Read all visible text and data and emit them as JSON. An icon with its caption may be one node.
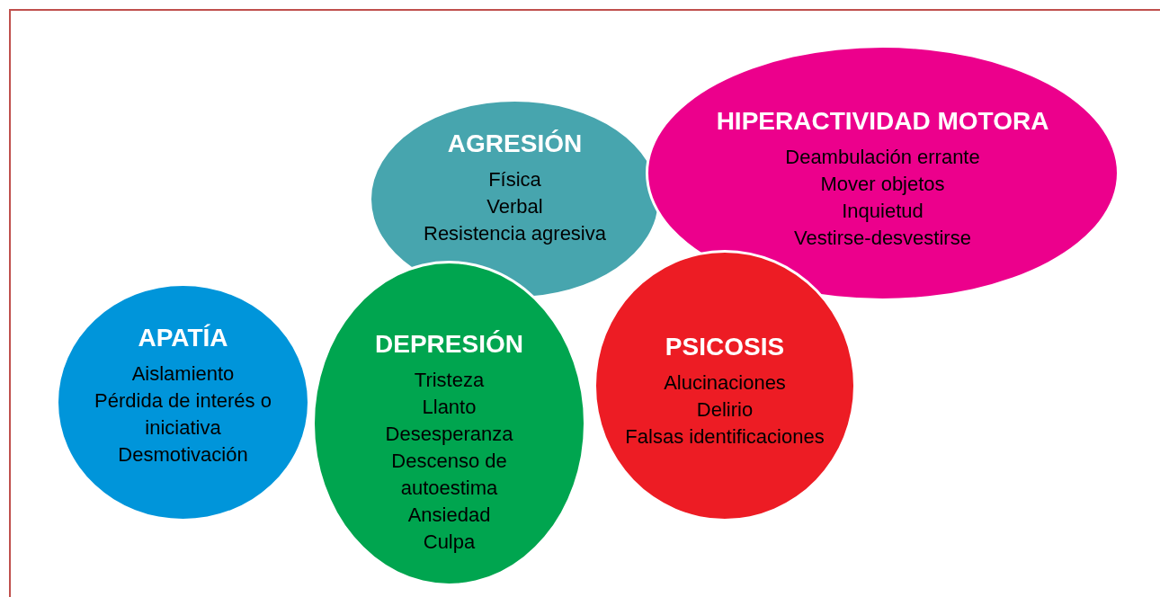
{
  "diagram": {
    "nodes": [
      {
        "text": [
          "APATÍA",
          "Aislamiento",
          "Pérdida de interés o iniciativa",
          "Desmotivación"
        ]
      },
      {
        "text": [
          "AGRESIÓN",
          "Física",
          "Verbal",
          "Resistencia agresiva"
        ]
      },
      {
        "text": [
          "HIPERACTIVIDAD MOTORA",
          "Deambulación errante",
          "Mover objetos",
          "Inquietud",
          "Vestirse-desvestirse"
        ]
      },
      {
        "text": [
          "PSICOSIS",
          "Alucinaciones",
          "Delirio",
          "Falsas identificaciones"
        ]
      },
      {
        "text": [
          "DEPRESIÓN",
          "Tristeza",
          "Llanto",
          "Desesperanza",
          "Descenso de autoestima",
          "Ansiedad",
          "Culpa"
        ]
      }
    ]
  }
}
